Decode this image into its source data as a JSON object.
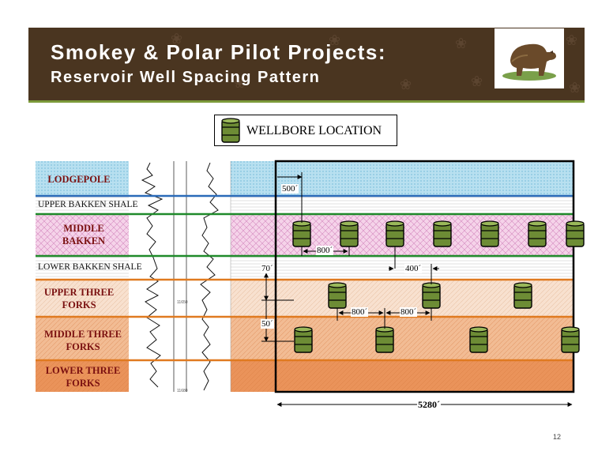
{
  "header": {
    "title": "Smokey & Polar Pilot Projects:",
    "subtitle": "Reservoir Well Spacing Pattern",
    "logo_icon": "bear-icon"
  },
  "legend": {
    "label": "WELLBORE LOCATION",
    "icon": "oil-barrel-icon"
  },
  "layers": [
    {
      "name": "LODGEPOLE"
    },
    {
      "name": "UPPER BAKKEN SHALE"
    },
    {
      "name": "MIDDLE BAKKEN"
    },
    {
      "name": "LOWER BAKKEN SHALE"
    },
    {
      "name": "UPPER THREE FORKS"
    },
    {
      "name": "MIDDLE THREE FORKS"
    },
    {
      "name": "LOWER THREE FORKS"
    }
  ],
  "log_labels": {
    "depth_1": "11650",
    "depth_2": "11680"
  },
  "dimensions": {
    "offset": "500´",
    "middle_bakken_spacing": "800´",
    "tf_offset": "400´",
    "upper_tf_spacing_1": "800´",
    "upper_tf_spacing_2": "800´",
    "vertical_1": "70´",
    "vertical_2": "50´",
    "section_width": "5280´"
  },
  "colors": {
    "banner": "#4a3520",
    "accent_green": "#7c9a3a",
    "lodgepole": "#a9d8ec",
    "middle_bakken": "#f3cfe6",
    "upper_three_forks": "#f6dcc7",
    "middle_three_forks": "#f0b58c",
    "lower_three_forks": "#e88e52",
    "barrel": "#5a7a2a"
  },
  "page_number": "12"
}
